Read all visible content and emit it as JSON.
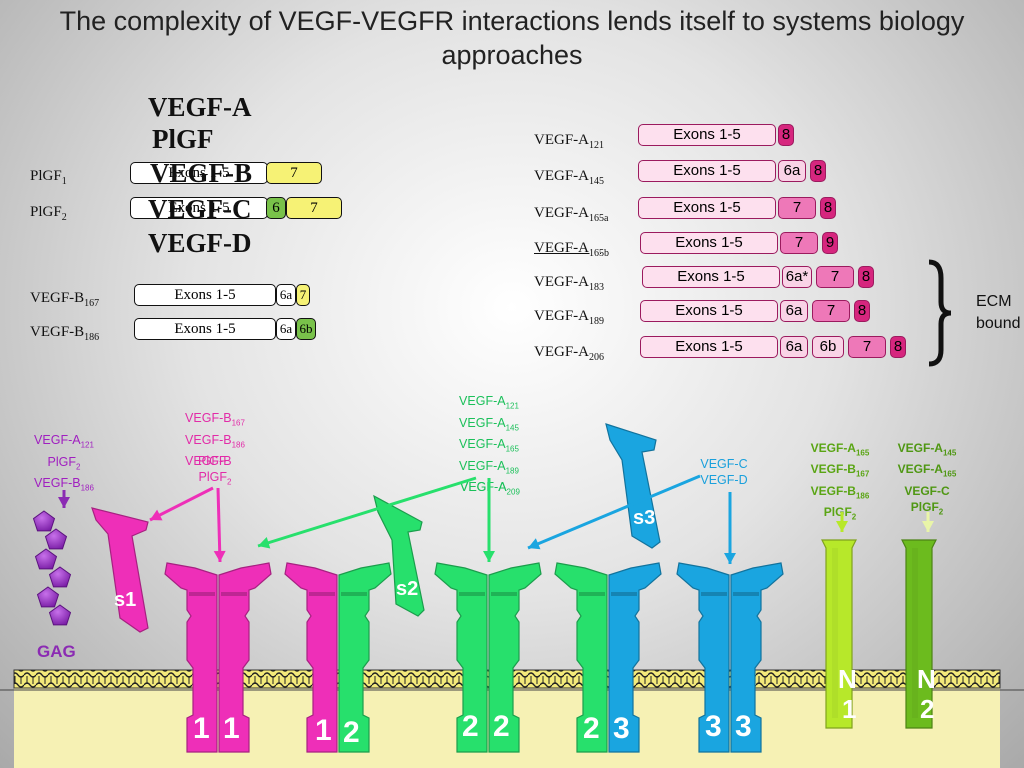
{
  "title": "The complexity of VEGF-VEGFR interactions lends itself to systems biology approaches",
  "family": [
    "VEGF-A",
    "PlGF",
    "VEGF-B",
    "VEGF-C",
    "VEGF-D"
  ],
  "plgf": [
    {
      "name": "PlGF",
      "sub": "1",
      "exons": "Exons 1-5",
      "e2": "7"
    },
    {
      "name": "PlGF",
      "sub": "2",
      "exons": "Exons 1-5",
      "e1": "6",
      "e2": "7"
    }
  ],
  "vegfb": [
    {
      "name": "VEGF-B",
      "sub": "167",
      "exons": "Exons 1-5",
      "e1": "6a",
      "e2": "7"
    },
    {
      "name": "VEGF-B",
      "sub": "186",
      "exons": "Exons 1-5",
      "e1": "6a",
      "e2": "6b"
    }
  ],
  "vegfa": [
    {
      "name": "VEGF-A",
      "sub": "121",
      "exons": "Exons 1-5",
      "tail": [
        "8"
      ]
    },
    {
      "name": "VEGF-A",
      "sub": "145",
      "exons": "Exons 1-5",
      "tail": [
        "6a",
        "8"
      ]
    },
    {
      "name": "VEGF-A",
      "sub": "165a",
      "exons": "Exons 1-5",
      "tail": [
        "7",
        "8"
      ]
    },
    {
      "name": "VEGF-A",
      "sub": "165b",
      "exons": "Exons 1-5",
      "tail": [
        "7",
        "9"
      ]
    },
    {
      "name": "VEGF-A",
      "sub": "183",
      "exons": "Exons 1-5",
      "tail": [
        "6a*",
        "7",
        "8"
      ]
    },
    {
      "name": "VEGF-A",
      "sub": "189",
      "exons": "Exons 1-5",
      "tail": [
        "6a",
        "7",
        "8"
      ]
    },
    {
      "name": "VEGF-A",
      "sub": "206",
      "exons": "Exons 1-5",
      "tail": [
        "6a",
        "6b",
        "7",
        "8"
      ]
    }
  ],
  "ecm": [
    "ECM",
    "bound"
  ],
  "ligands": {
    "gag_binders": [
      "VEGF-A121",
      "PlGF2",
      "VEGF-B186"
    ],
    "r1": [
      "VEGF-B167",
      "VEGF-B186",
      "VEGF-B",
      "PlGF",
      "PlGF2"
    ],
    "r2": [
      "VEGF-A121",
      "VEGF-A145",
      "VEGF-A165",
      "VEGF-A189",
      "VEGF-A",
      "VEGF-A209"
    ],
    "r3": [
      "VEGF-C",
      "VEGF-D"
    ],
    "n1": [
      "VEGF-A165",
      "VEGF-B167",
      "VEGF-B186",
      "PlGF2"
    ],
    "n2": [
      "VEGF-A145",
      "VEGF-A165",
      "VEGF-C",
      "PlGF2"
    ]
  },
  "gag": "GAG",
  "soluble": [
    "s1",
    "s2",
    "s3"
  ],
  "receptor_pairs": [
    [
      "1",
      "1"
    ],
    [
      "1",
      "2"
    ],
    [
      "2",
      "2"
    ],
    [
      "2",
      "3"
    ],
    [
      "3",
      "3"
    ]
  ],
  "neuropilins": [
    [
      "N",
      "1"
    ],
    [
      "N",
      "2"
    ]
  ],
  "colors": {
    "r1": "#ee2fb8",
    "r2": "#27e06c",
    "r3": "#1aa5e0",
    "n1": "#b7e82a",
    "n2": "#6cbb1e",
    "gag": "#8b2bb3",
    "membrane": "#f6f1b4"
  }
}
